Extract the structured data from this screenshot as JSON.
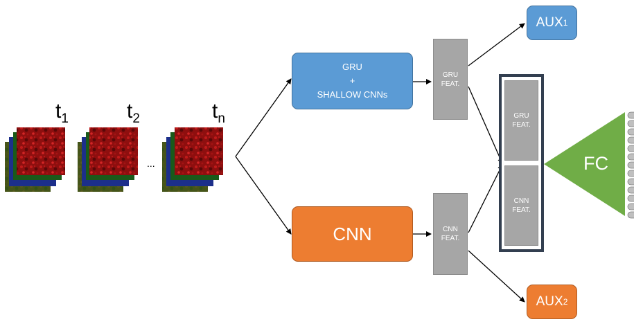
{
  "inputs": {
    "time_labels": [
      {
        "base": "t",
        "sub": "1"
      },
      {
        "base": "t",
        "sub": "2"
      },
      {
        "base": "t",
        "sub": "n"
      }
    ],
    "ellipsis": "..."
  },
  "branches": {
    "gru": {
      "lines": [
        "GRU",
        "+",
        "SHALLOW CNNs"
      ],
      "feat_lines": [
        "GRU",
        "FEAT."
      ]
    },
    "cnn": {
      "label": "CNN",
      "feat_lines": [
        "CNN",
        "FEAT."
      ]
    }
  },
  "concat": {
    "gru_feat_lines": [
      "GRU",
      "FEAT."
    ],
    "cnn_feat_lines": [
      "CNN",
      "FEAT."
    ]
  },
  "fc": {
    "label": "FC"
  },
  "aux": {
    "aux1": {
      "base": "AUX",
      "sub": "1"
    },
    "aux2": {
      "base": "AUX",
      "sub": "2"
    }
  },
  "colors": {
    "gru_blue": "#5b9bd5",
    "cnn_orange": "#ed7d31",
    "feature_gray": "#a6a6a6",
    "fc_green": "#70ad47",
    "concat_border": "#333f50"
  }
}
